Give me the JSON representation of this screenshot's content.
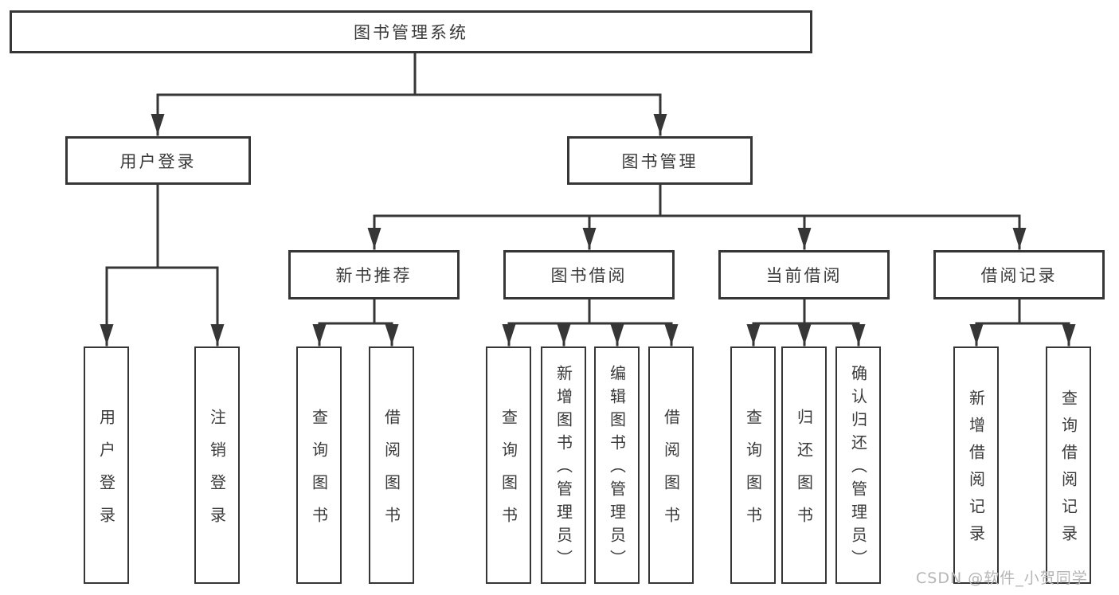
{
  "tree": {
    "root": {
      "label": "图书管理系统"
    },
    "branches": [
      {
        "label": "用户登录",
        "children": [
          {
            "label": "用户登录"
          },
          {
            "label": "注销登录"
          }
        ]
      },
      {
        "label": "图书管理",
        "children": [
          {
            "label": "新书推荐",
            "children": [
              {
                "label": "查询图书"
              },
              {
                "label": "借阅图书"
              }
            ]
          },
          {
            "label": "图书借阅",
            "children": [
              {
                "label": "查询图书"
              },
              {
                "label": "新增图书（管理员）"
              },
              {
                "label": "编辑图书（管理员）"
              },
              {
                "label": "借阅图书"
              }
            ]
          },
          {
            "label": "当前借阅",
            "children": [
              {
                "label": "查询图书"
              },
              {
                "label": "归还图书"
              },
              {
                "label": "确认归还（管理员）"
              }
            ]
          },
          {
            "label": "借阅记录",
            "children": [
              {
                "label": "新增借阅记录"
              },
              {
                "label": "查询借阅记录"
              }
            ]
          }
        ]
      }
    ]
  },
  "watermark": {
    "text": "CSDN @软件_小贺同学"
  },
  "colors": {
    "line": "#363636",
    "box_border": "#363636",
    "text": "#3a3a3a",
    "watermark": "#b5b5b5",
    "background": "#ffffff"
  }
}
